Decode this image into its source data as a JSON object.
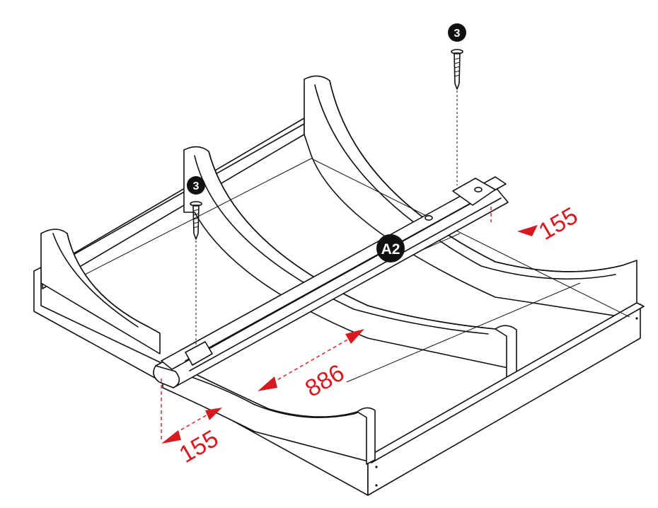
{
  "labels": {
    "screw_callout_left": "3",
    "screw_callout_right": "3",
    "part_label": "A2"
  },
  "dimensions": {
    "span": "886",
    "offset_left": "155",
    "offset_right": "155"
  },
  "colors": {
    "line": "#111111",
    "dimension": "#d71920",
    "badge": "#111111"
  }
}
